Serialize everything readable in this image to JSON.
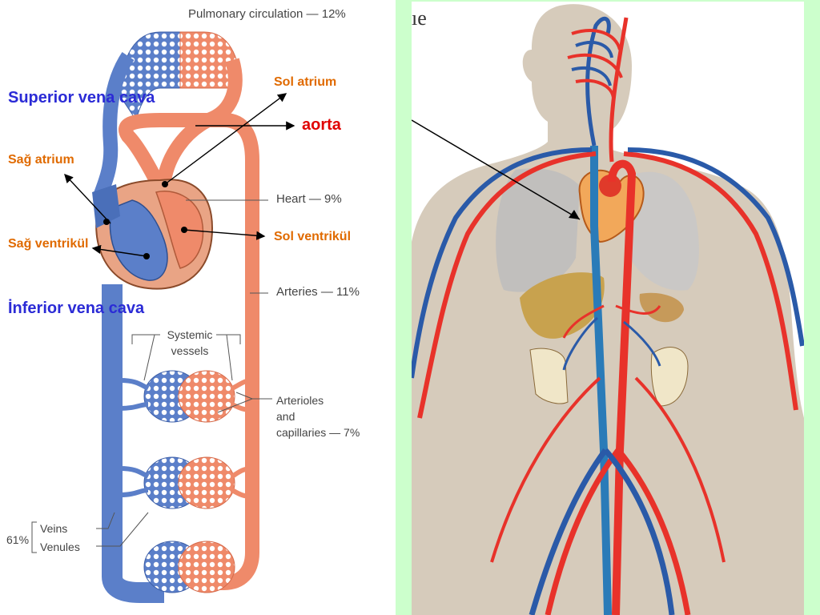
{
  "diagram_left": {
    "pulmonary": "Pulmonary circulation — 12%",
    "heart": "Heart — 9%",
    "arteries": "Arteries — 11%",
    "systemic_line1": "Systemic",
    "systemic_line2": "vessels",
    "arterioles_line1": "Arterioles",
    "arterioles_line2": "and",
    "arterioles_line3": "capillaries — 7%",
    "veins_pct": "61%",
    "veins": "Veins",
    "venules": "Venules"
  },
  "overlay_labels": {
    "superior_vena_cava": "Superior vena cava",
    "sol_atrium": "Sol atrium",
    "aorta": "aorta",
    "sag_atrium": "Sağ atrium",
    "sag_ventrikul": "Sağ ventrikül",
    "sol_ventrikul": "Sol ventrikül",
    "inferior_vena_cava": "İnferior vena cava"
  },
  "body_panel": {
    "title_fragment": "ıe"
  },
  "colors": {
    "vein_blue": "#5b7fc9",
    "artery_orange": "#ef8a6a",
    "label_blue": "#2b2bd6",
    "label_orange": "#e06a00",
    "label_red": "#e00000",
    "panel_green": "#ccffcc",
    "skin": "#d6cbbb"
  }
}
